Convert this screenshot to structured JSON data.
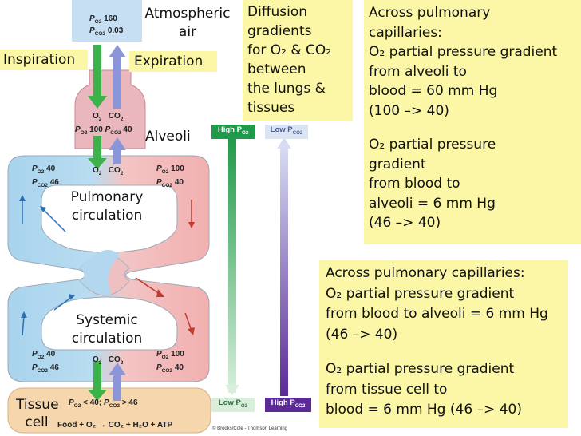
{
  "atmosphere": {
    "label": "Atmospheric air",
    "po2": "P",
    "po2_sub": "O2",
    "po2_value": "160",
    "pco2": "P",
    "pco2_sub": "CO2",
    "pco2_value": "0.03"
  },
  "inspiration_label": "Inspiration",
  "expiration_label": "Expiration",
  "alveoli": {
    "label": "Alveoli",
    "o2": "O",
    "o2_sub": "2",
    "co2": "CO",
    "co2_sub": "2",
    "po2_value": "100",
    "pco2_value": "40"
  },
  "pulmonary": {
    "label_line1": "Pulmonary",
    "label_line2": "circulation",
    "left_po2": "40",
    "left_pco2": "46",
    "right_po2": "100",
    "right_pco2": "40"
  },
  "systemic": {
    "label_line1": "Systemic",
    "label_line2": "circulation",
    "left_po2": "40",
    "left_pco2": "46",
    "right_po2": "100",
    "right_pco2": "40"
  },
  "tissue": {
    "label_line1": "Tissue",
    "label_line2": "cell",
    "pressure_text": "< 40; ",
    "pressure_text2": "> 46",
    "equation": "Food + O₂ → CO₂ + H₂O + ATP"
  },
  "gradient_bars": {
    "o2_top": "High P",
    "o2_bottom": "Low P",
    "co2_top": "Low P",
    "co2_bottom": "High P",
    "o2_sub": "O2",
    "co2_sub": "CO2"
  },
  "credit": "© Brooks/Cole - Thomson Learning",
  "diffusion_box": {
    "line1": "Diffusion",
    "line2": "gradients",
    "line3": "for O₂ & CO₂",
    "line4": "between",
    "line5": "the lungs &",
    "line6": "tissues"
  },
  "box_top_right": {
    "p1": "Across pulmonary",
    "p2": "capillaries:",
    "p3": "O₂ partial pressure gradient",
    "p4": "from alveoli to",
    "p5": "blood = 60 mm Hg",
    "p6": "(100 –> 40)",
    "p7": "O₂ partial pressure",
    "p8": "gradient",
    "p9": "from blood to",
    "p10": "alveoli = 6 mm Hg",
    "p11": "(46 –> 40)"
  },
  "box_bottom_right": {
    "p1": "Across pulmonary capillaries:",
    "p2": "O₂ partial pressure gradient",
    "p3": "from blood to alveoli = 6 mm Hg",
    "p4": "(46 –> 40)",
    "p5": "O₂ partial pressure gradient",
    "p6": "from tissue cell to",
    "p7": "blood = 6 mm Hg (46 –> 40)"
  },
  "colors": {
    "oxygenated": "#f2b8b8",
    "deoxygenated": "#a9d4ee",
    "o2_arrow": "#3bb24a",
    "co2_arrow": "#8a96d8",
    "highlight": "#fbf7a6"
  }
}
